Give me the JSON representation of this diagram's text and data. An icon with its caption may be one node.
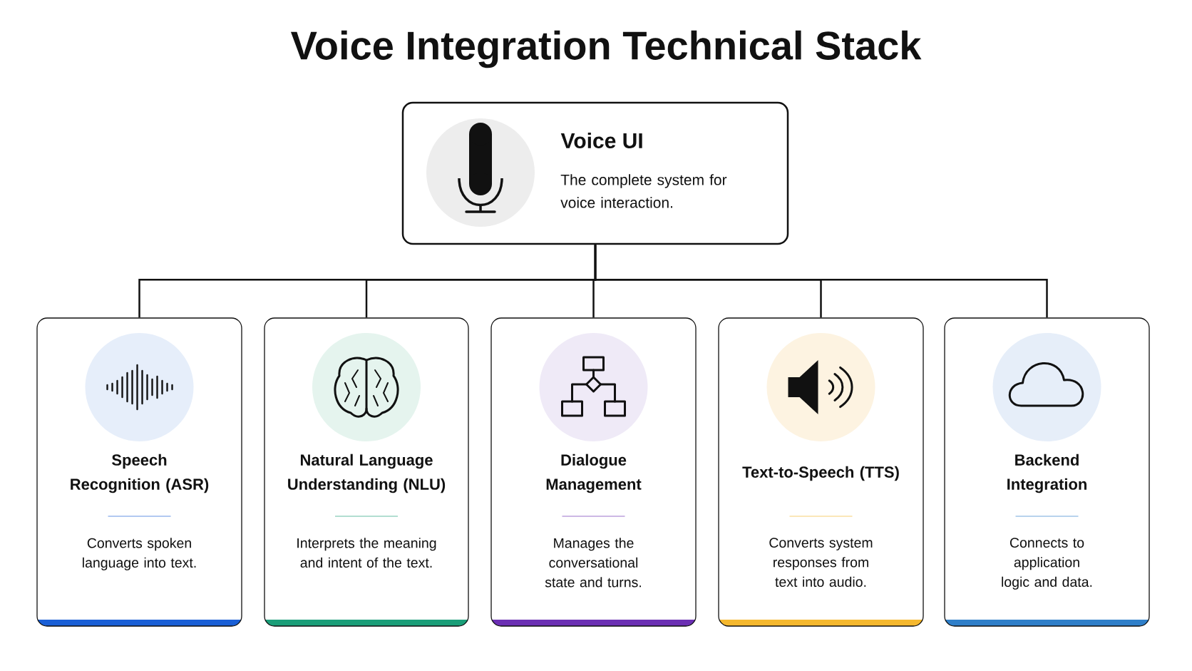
{
  "diagram": {
    "title": "Voice Integration Technical Stack",
    "nodes": [
      {
        "text": [
          "Voice UI",
          "The complete system for voice interaction."
        ]
      },
      {
        "text": [
          "Speech Recognition (ASR)",
          "Converts spoken language into text."
        ]
      },
      {
        "text": [
          "Natural Language Understanding (NLU)",
          "Interprets the meaning and intent of the text."
        ]
      },
      {
        "text": [
          "Dialogue Management",
          "Manages the conversational state and turns."
        ]
      },
      {
        "text": [
          "Text-to-Speech (TTS)",
          "Converts system responses from text into audio."
        ]
      },
      {
        "text": [
          "Backend Integration",
          "Connects to application logic and data."
        ]
      }
    ],
    "edges": [
      {
        "from": 0,
        "to": 1,
        "arrow": "none"
      },
      {
        "from": 0,
        "to": 2,
        "arrow": "none"
      },
      {
        "from": 0,
        "to": 3,
        "arrow": "none"
      },
      {
        "from": 0,
        "to": 4,
        "arrow": "none"
      },
      {
        "from": 0,
        "to": 5,
        "arrow": "none"
      }
    ]
  }
}
